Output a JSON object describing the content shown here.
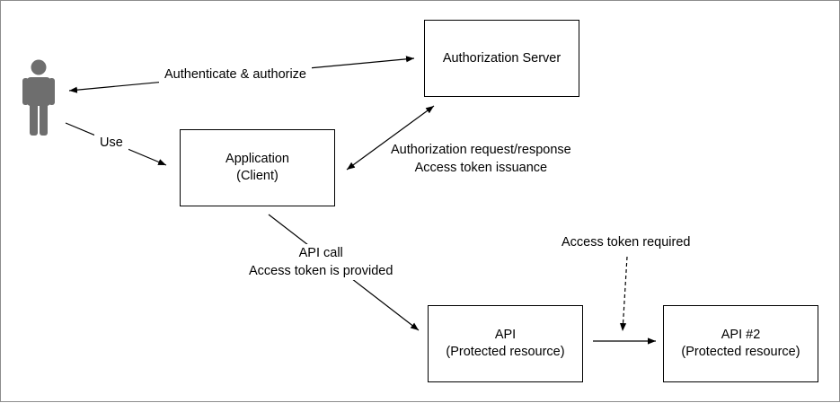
{
  "nodes": {
    "auth_server": {
      "line1": "Authorization Server"
    },
    "app": {
      "line1": "Application",
      "line2": "(Client)"
    },
    "api": {
      "line1": "API",
      "line2": "(Protected resource)"
    },
    "api2": {
      "line1": "API #2",
      "line2": "(Protected resource)"
    }
  },
  "edges": {
    "authenticate": {
      "label": "Authenticate & authorize"
    },
    "use": {
      "label": "Use"
    },
    "auth_request": {
      "line1": "Authorization request/response",
      "line2": "Access token issuance"
    },
    "api_call": {
      "line1": "API call",
      "line2": "Access token is provided"
    },
    "token_required": {
      "label": "Access token required"
    }
  },
  "colors": {
    "person": "#6e6e6e",
    "line": "#000000",
    "border": "#8c8c8c"
  }
}
